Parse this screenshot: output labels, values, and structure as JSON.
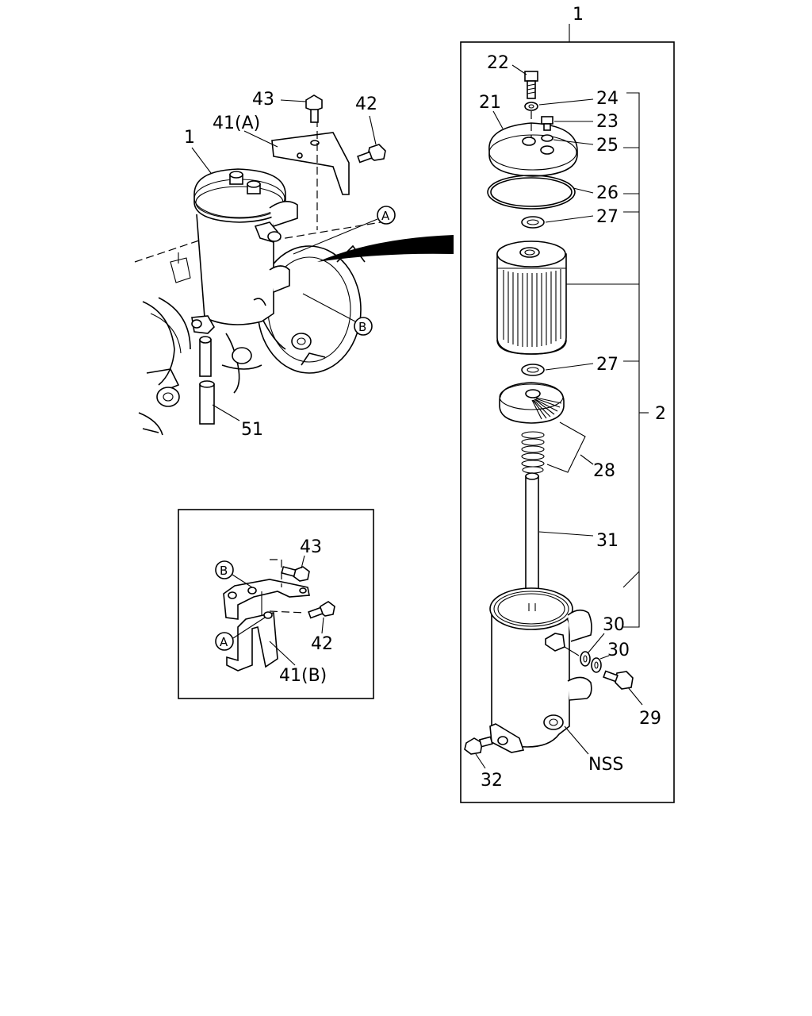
{
  "labels": {
    "l_1_top": "1",
    "l_1_left": "1",
    "l_2": "2",
    "l_21": "21",
    "l_22": "22",
    "l_23": "23",
    "l_24": "24",
    "l_25": "25",
    "l_26": "26",
    "l_27a": "27",
    "l_27b": "27",
    "l_28": "28",
    "l_29": "29",
    "l_30a": "30",
    "l_30b": "30",
    "l_31": "31",
    "l_32": "32",
    "l_nss": "NSS",
    "l_41a": "41(A)",
    "l_41b": "41(B)",
    "l_42a": "42",
    "l_42b": "42",
    "l_43a": "43",
    "l_43b": "43",
    "l_51": "51",
    "c_a1": "A",
    "c_b1": "B",
    "c_a2": "A",
    "c_b2": "B"
  }
}
